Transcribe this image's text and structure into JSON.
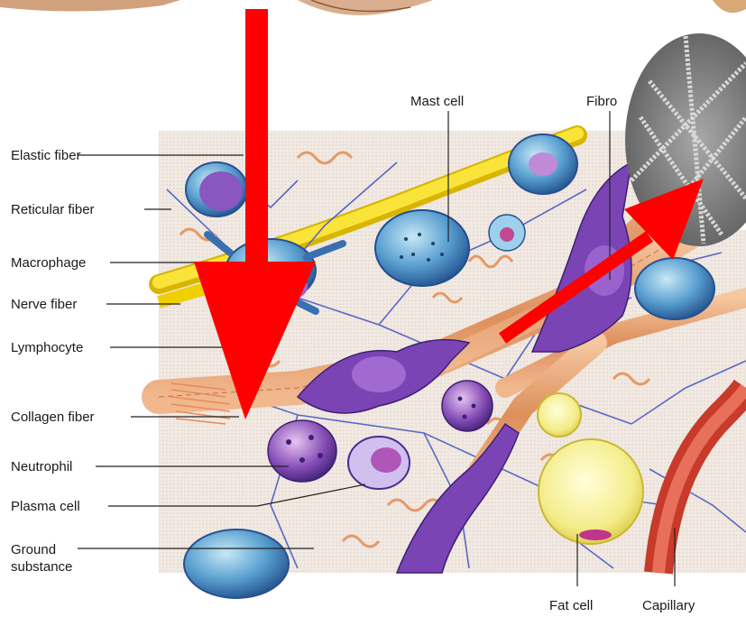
{
  "labels": {
    "elastic_fiber": "Elastic fiber",
    "reticular_fiber": "Reticular fiber",
    "macrophage": "Macrophage",
    "nerve_fiber": "Nerve fiber",
    "lymphocyte": "Lymphocyte",
    "collagen_fiber": "Collagen fiber",
    "neutrophil": "Neutrophil",
    "plasma_cell": "Plasma cell",
    "ground_substance": "Ground substance",
    "mast_cell": "Mast cell",
    "fibro": "Fibro",
    "fat_cell": "Fat cell",
    "capillary": "Capillary"
  },
  "colors": {
    "arrow": "#ff0000",
    "matrix_bg": "#efe6de",
    "collagen": "#e8a070",
    "elastic": "#f0d000",
    "reticular": "#5060c0",
    "cell_purple": "#6a3aa0",
    "cell_blue": "#3a6fb0",
    "capillary": "#d04030",
    "leader_line": "#222222"
  }
}
